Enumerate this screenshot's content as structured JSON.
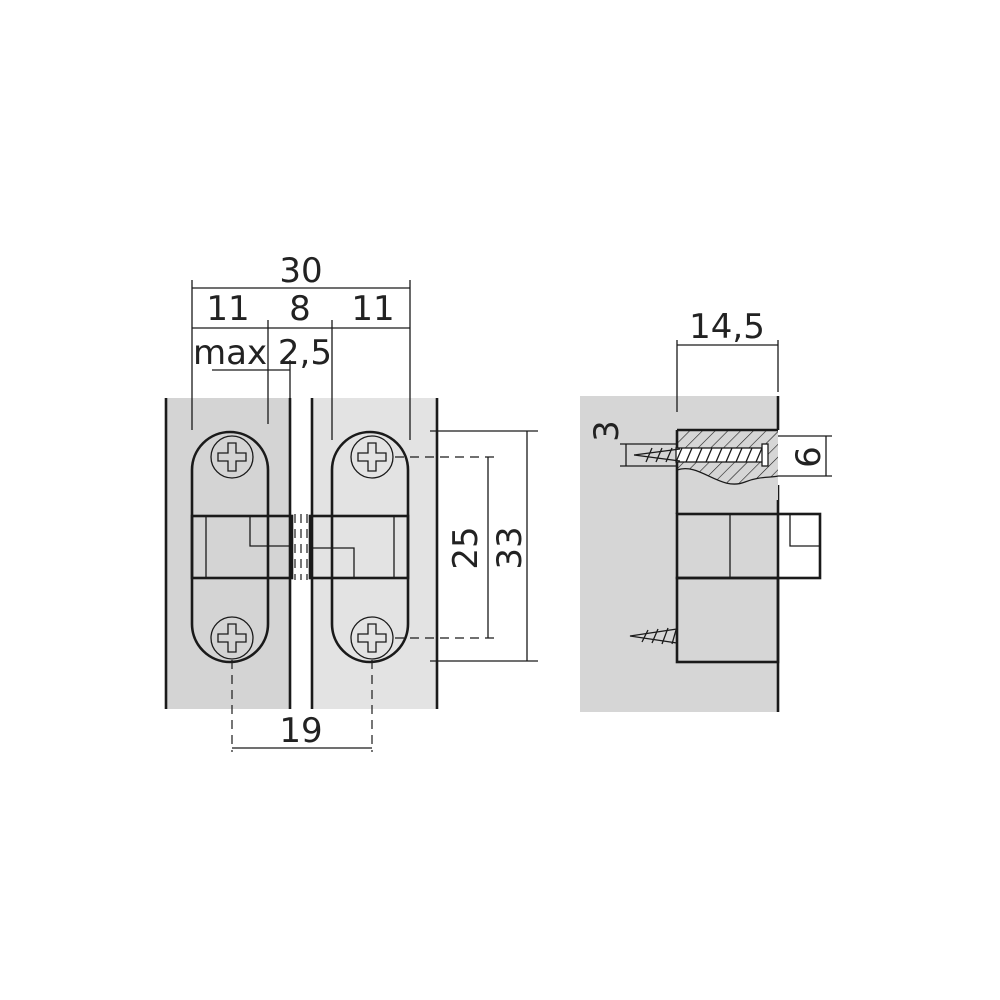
{
  "colors": {
    "panel_left": "#d4d4d4",
    "panel_right": "#e3e3e3",
    "side_panel": "#d6d6d6",
    "outline": "#1a1a1a"
  },
  "front_view": {
    "overall_width": "30",
    "left_leaf_width": "11",
    "center_width": "8",
    "right_leaf_width": "11",
    "max_gap": "max 2,5",
    "screw_spacing_horizontal": "19",
    "screw_spacing_vertical": "25",
    "overall_height": "33"
  },
  "side_view": {
    "depth": "14,5",
    "screw_offset": "3",
    "mortise_height": "6"
  }
}
